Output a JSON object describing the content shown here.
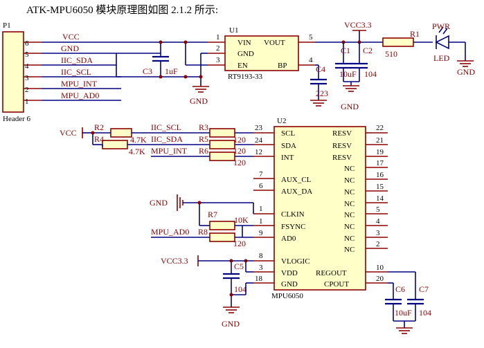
{
  "caption": "ATK-MPU6050 模块原理图如图 2.1.2 所示:",
  "header": {
    "ref": "P1",
    "name": "Header 6",
    "pins": [
      "6",
      "5",
      "4",
      "3",
      "2",
      "1"
    ],
    "nets": [
      "VCC",
      "GND",
      "IIC_SDA",
      "IIC_SCL",
      "MPU_INT",
      "MPU_AD0"
    ]
  },
  "u1": {
    "ref": "U1",
    "part": "RT9193-33",
    "left_pins": [
      "VIN",
      "GND",
      "EN"
    ],
    "left_nums": [
      "1",
      "2",
      "3"
    ],
    "right_pins": [
      "VOUT",
      "BP"
    ],
    "right_nums": [
      "5",
      "4"
    ]
  },
  "power": {
    "vcc33": "VCC3.3",
    "vcc33_u2": "VCC3.3",
    "vcc": "VCC",
    "gnd": "GND",
    "pwr": "PWR",
    "led": "LED"
  },
  "parts": {
    "c1": {
      "ref": "C1",
      "value": "10uF"
    },
    "c2": {
      "ref": "C2",
      "value": "104"
    },
    "c3": {
      "ref": "C3",
      "value": "1uF"
    },
    "c4": {
      "ref": "C4",
      "value": "223"
    },
    "c5": {
      "ref": "C5",
      "value": "104"
    },
    "c6": {
      "ref": "C6",
      "value": "10uF"
    },
    "c7": {
      "ref": "C7",
      "value": "104"
    },
    "r1": {
      "ref": "R1",
      "value": "510"
    },
    "r2": {
      "ref": "R2",
      "value": "4.7K"
    },
    "r4": {
      "ref": "R4",
      "value": "4.7K"
    },
    "r3": {
      "ref": "R3",
      "value": "120"
    },
    "r5": {
      "ref": "R5",
      "value": "120"
    },
    "r6": {
      "ref": "R6",
      "value": "120"
    },
    "r7": {
      "ref": "R7",
      "value": "10K"
    },
    "r8": {
      "ref": "R8",
      "value": "120"
    }
  },
  "u2": {
    "ref": "U2",
    "part": "MPU6050",
    "left_pins": [
      {
        "name": "SCL",
        "num": "23"
      },
      {
        "name": "SDA",
        "num": "24"
      },
      {
        "name": "INT",
        "num": "12"
      },
      {
        "name": "AUX_CL",
        "num": "7"
      },
      {
        "name": "AUX_DA",
        "num": "6"
      },
      {
        "name": "CLKIN",
        "num": "1"
      },
      {
        "name": "FSYNC",
        "num": "1"
      },
      {
        "name": "AD0",
        "num": "9"
      },
      {
        "name": "VLOGIC",
        "num": "8"
      },
      {
        "name": "VDD",
        "num": "3"
      },
      {
        "name": "GND",
        "num": "18"
      }
    ],
    "right_pins": [
      {
        "name": "RESV",
        "num": "22"
      },
      {
        "name": "RESV",
        "num": "21"
      },
      {
        "name": "RESV",
        "num": "19"
      },
      {
        "name": "NC",
        "num": "17"
      },
      {
        "name": "NC",
        "num": "16"
      },
      {
        "name": "NC",
        "num": "15"
      },
      {
        "name": "NC",
        "num": "14"
      },
      {
        "name": "NC",
        "num": "5"
      },
      {
        "name": "NC",
        "num": "4"
      },
      {
        "name": "NC",
        "num": "3"
      },
      {
        "name": "NC",
        "num": "2"
      },
      {
        "name": "REGOUT",
        "num": "10"
      },
      {
        "name": "CPOUT",
        "num": "20"
      }
    ]
  },
  "nets": {
    "iic_scl": "IIC_SCL",
    "iic_sda": "IIC_SDA",
    "mpu_int": "MPU_INT",
    "mpu_ad0": "MPU_AD0"
  }
}
